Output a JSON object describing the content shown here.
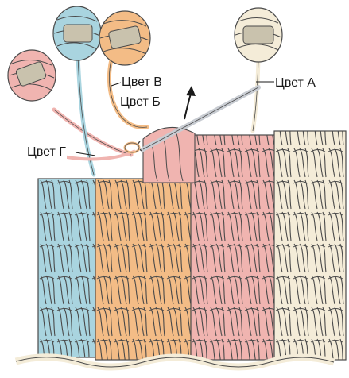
{
  "labels": {
    "color_a": "Цвет А",
    "color_b": "Цвет Б",
    "color_v": "Цвет В",
    "color_g": "Цвет Г"
  },
  "colors": {
    "yarn_a": "#f4ecd8",
    "yarn_b": "#f3bc86",
    "yarn_v": "#f0b4b0",
    "yarn_g": "#a9d4df",
    "outline": "#4a4a4a",
    "band": "#c9c2ad",
    "hook": "#c8ccd2"
  },
  "icons": [
    "yarn-ball-icon",
    "crochet-hook-icon",
    "arrow-up-icon"
  ]
}
